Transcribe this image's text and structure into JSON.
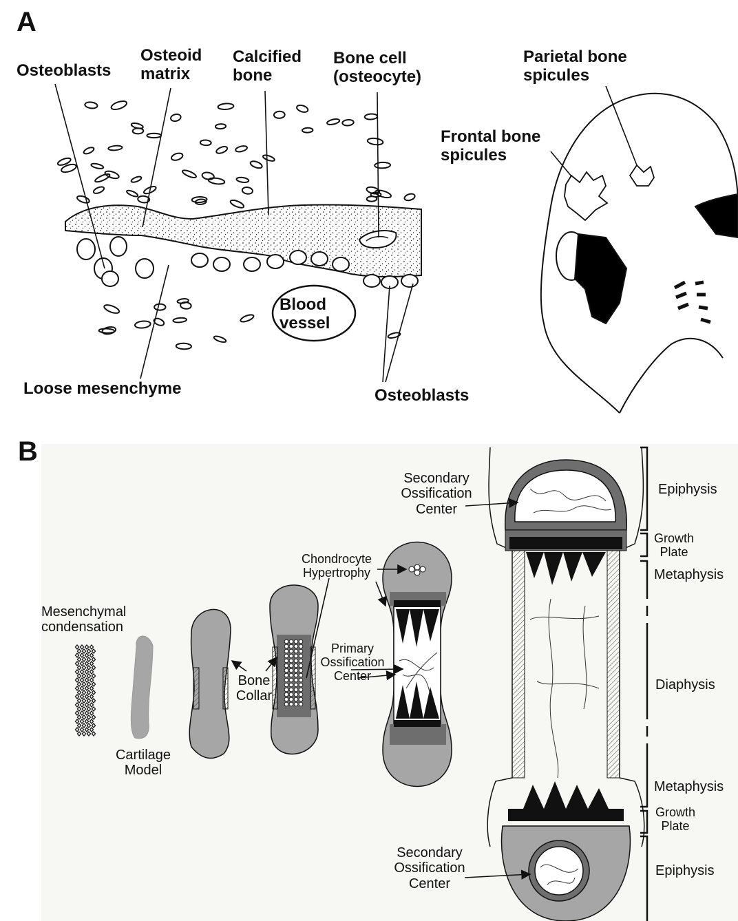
{
  "panel_a": {
    "letter": "A",
    "osteoblasts_top": "Osteoblasts",
    "osteoid_l1": "Osteoid",
    "osteoid_l2": "matrix",
    "calcified_l1": "Calcified",
    "calcified_l2": "bone",
    "bonecell_l1": "Bone cell",
    "bonecell_l2": "(osteocyte)",
    "parietal_l1": "Parietal bone",
    "parietal_l2": "spicules",
    "frontal_l1": "Frontal bone",
    "frontal_l2": "spicules",
    "blood_l1": "Blood",
    "blood_l2": "vessel",
    "loose": "Loose mesenchyme",
    "osteoblasts_bottom": "Osteoblasts"
  },
  "panel_b": {
    "letter": "B",
    "mes_l1": "Mesenchymal",
    "mes_l2": "condensation",
    "cart_l1": "Cartilage",
    "cart_l2": "Model",
    "collar_l1": "Bone",
    "collar_l2": "Collar",
    "chondro_l1": "Chondrocyte",
    "chondro_l2": "Hypertrophy",
    "primary_l1": "Primary",
    "primary_l2": "Ossification",
    "primary_l3": "Center",
    "sec_top_l1": "Secondary",
    "sec_top_l2": "Ossification",
    "sec_top_l3": "Center",
    "sec_bot_l1": "Secondary",
    "sec_bot_l2": "Ossification",
    "sec_bot_l3": "Center",
    "zones": {
      "epiphysis_top": "Epiphysis",
      "growth_top_l1": "Growth",
      "growth_top_l2": "Plate",
      "metaphysis_top": "Metaphysis",
      "diaphysis": "Diaphysis",
      "metaphysis_bottom": "Metaphysis",
      "growth_bottom_l1": "Growth",
      "growth_bottom_l2": "Plate",
      "epiphysis_bottom": "Epiphysis"
    }
  },
  "colors": {
    "cartilage": "#a6a6a6",
    "hypertrophic_zone": "#6e6e6e",
    "ink": "#111111"
  }
}
